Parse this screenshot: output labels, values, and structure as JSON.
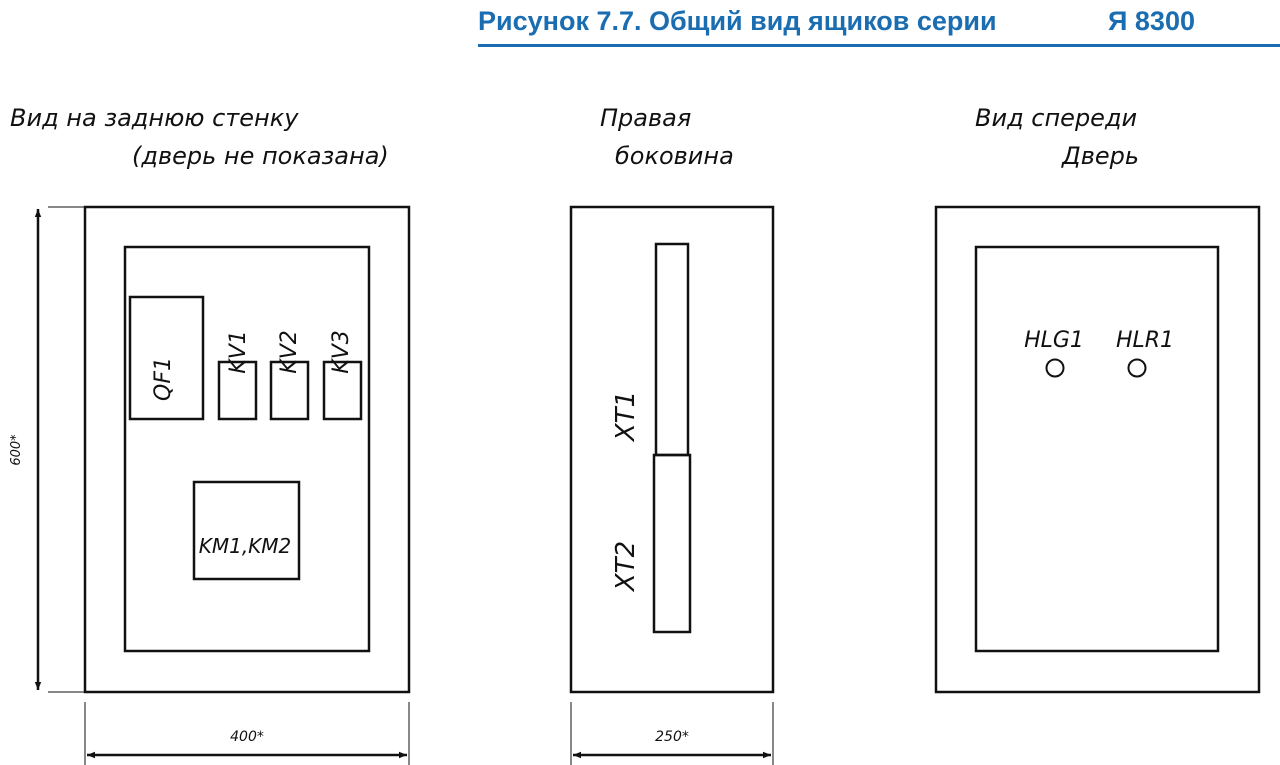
{
  "header": {
    "title": "Рисунок 7.7. Общий вид ящиков серии",
    "series": "Я 8300",
    "color": "#1a6db0"
  },
  "views": {
    "back": {
      "caption_line1": "Вид на заднюю стенку",
      "caption_line2": "(дверь не показана)",
      "labels": {
        "qf1": "QF1",
        "kv1": "KV1",
        "kv2": "KV2",
        "kv3": "KV3",
        "km": "KM1,KM2"
      },
      "dim_height": "600*",
      "dim_width": "400*"
    },
    "side": {
      "caption_line1": "Правая",
      "caption_line2": "боковина",
      "labels": {
        "xt1": "XT1",
        "xt2": "XT2"
      },
      "dim_width": "250*"
    },
    "front": {
      "caption_line1": "Вид спереди",
      "caption_line2": "Дверь",
      "labels": {
        "hlg1": "HLG1",
        "hlr1": "HLR1"
      }
    }
  }
}
